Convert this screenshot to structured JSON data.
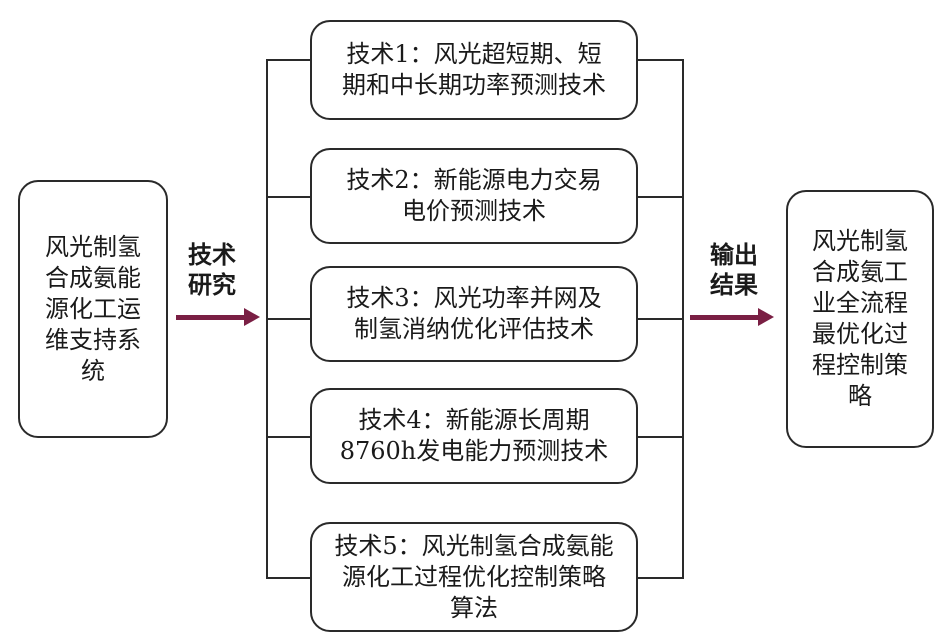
{
  "left_box": {
    "text": "风光制氢\n合成氨能\n源化工运\n维支持系\n统"
  },
  "left_label": {
    "text": "技术\n研究"
  },
  "tech_boxes": [
    {
      "text": "技术1：风光超短期、短\n期和中长期功率预测技术"
    },
    {
      "text": "技术2：新能源电力交易\n电价预测技术"
    },
    {
      "text": "技术3：风光功率并网及\n制氢消纳优化评估技术"
    },
    {
      "text": "技术4：新能源长周期\n8760h发电能力预测技术"
    },
    {
      "text": "技术5：风光制氢合成氨能\n源化工过程优化控制策略\n算法"
    }
  ],
  "right_label": {
    "text": "输出\n结果"
  },
  "right_box": {
    "text": "风光制氢\n合成氨工\n业全流程\n最优化过\n程控制策\n略"
  },
  "colors": {
    "arrow": "#7a1f44",
    "border": "#2a2a2a"
  }
}
